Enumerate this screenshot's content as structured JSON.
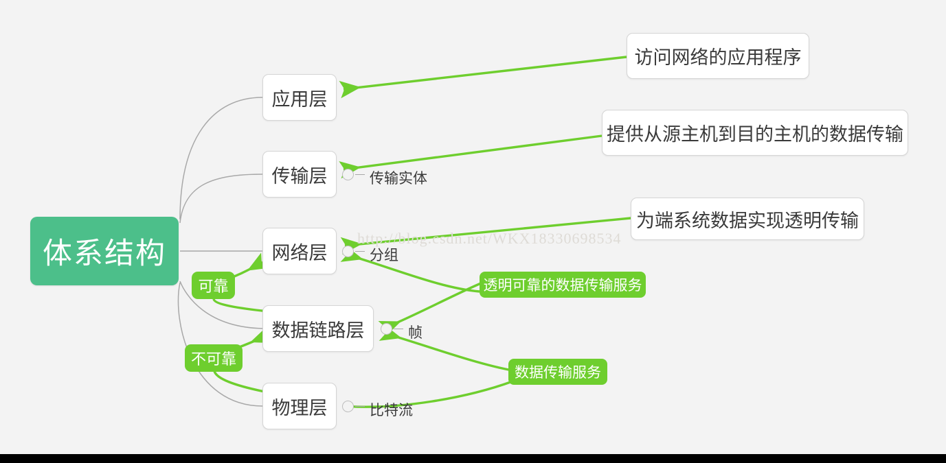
{
  "diagram": {
    "title": "体系结构",
    "watermark": "http://blog.csdn.net/WKX18330698534",
    "colors": {
      "background": "#f3f3f3",
      "root_fill": "#4cbf8a",
      "green_fill": "#6ece2e",
      "arrow_green": "#6ece2e",
      "edge_gray": "#a8a8a8",
      "node_border": "#d5d5d5",
      "text_dark": "#3a3a3a",
      "text_light": "#ffffff",
      "watermark": "#dedbd6",
      "bottom_bar": "#000000"
    }
  },
  "root": {
    "label": "体系结构"
  },
  "layers": [
    {
      "id": "application",
      "label": "应用层",
      "pdu": ""
    },
    {
      "id": "transport",
      "label": "传输层",
      "pdu": "传输实体"
    },
    {
      "id": "network",
      "label": "网络层",
      "pdu": "分组"
    },
    {
      "id": "datalink",
      "label": "数据链路层",
      "pdu": "帧"
    },
    {
      "id": "physical",
      "label": "物理层",
      "pdu": "比特流"
    }
  ],
  "descriptions": [
    {
      "id": "desc-application",
      "label": "访问网络的应用程序"
    },
    {
      "id": "desc-transport",
      "label": "提供从源主机到目的主机的数据传输"
    },
    {
      "id": "desc-network",
      "label": "为端系统数据实现透明传输"
    }
  ],
  "services": [
    {
      "id": "service-reliable-transparent",
      "label": "透明可靠的数据传输服务"
    },
    {
      "id": "service-data-transfer",
      "label": "数据传输服务"
    }
  ],
  "qualifiers": [
    {
      "id": "qualifier-reliable",
      "label": "可靠"
    },
    {
      "id": "qualifier-unreliable",
      "label": "不可靠"
    }
  ]
}
